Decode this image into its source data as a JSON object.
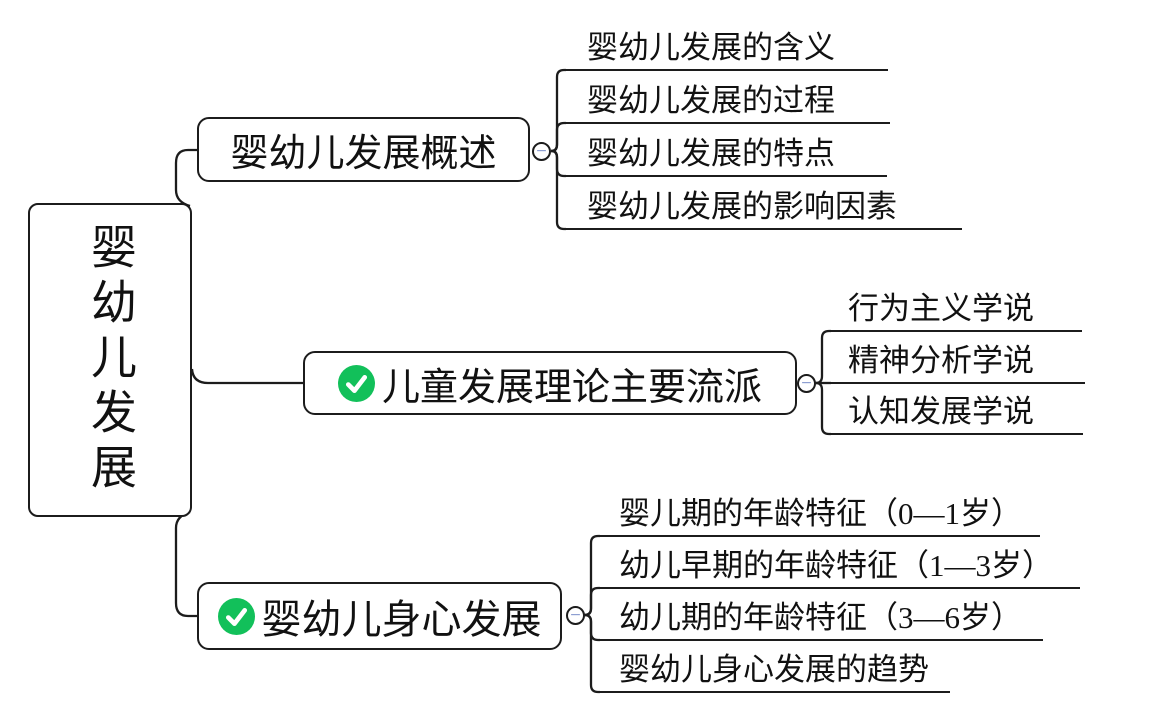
{
  "mindmap": {
    "root": {
      "label": "婴幼儿发展"
    },
    "branches": [
      {
        "label": "婴幼儿发展概述",
        "checked": false,
        "children": [
          "婴幼儿发展的含义",
          "婴幼儿发展的过程",
          "婴幼儿发展的特点",
          "婴幼儿发展的影响因素"
        ]
      },
      {
        "label": "儿童发展理论主要流派",
        "checked": true,
        "icon": "check-circle-icon",
        "children": [
          "行为主义学说",
          "精神分析学说",
          "认知发展学说"
        ]
      },
      {
        "label": "婴幼儿身心发展",
        "checked": true,
        "icon": "check-circle-icon",
        "children": [
          "婴儿期的年龄特征（0—1岁）",
          "幼儿早期的年龄特征（1—3岁）",
          "幼儿期的年龄特征（3—6岁）",
          "婴幼儿身心发展的趋势"
        ]
      }
    ],
    "collapse_symbol": "−",
    "colors": {
      "line": "#1c1c1c",
      "check_green": "#12c05a",
      "minus_blue": "#8C9DD1",
      "background": "#ffffff"
    }
  }
}
